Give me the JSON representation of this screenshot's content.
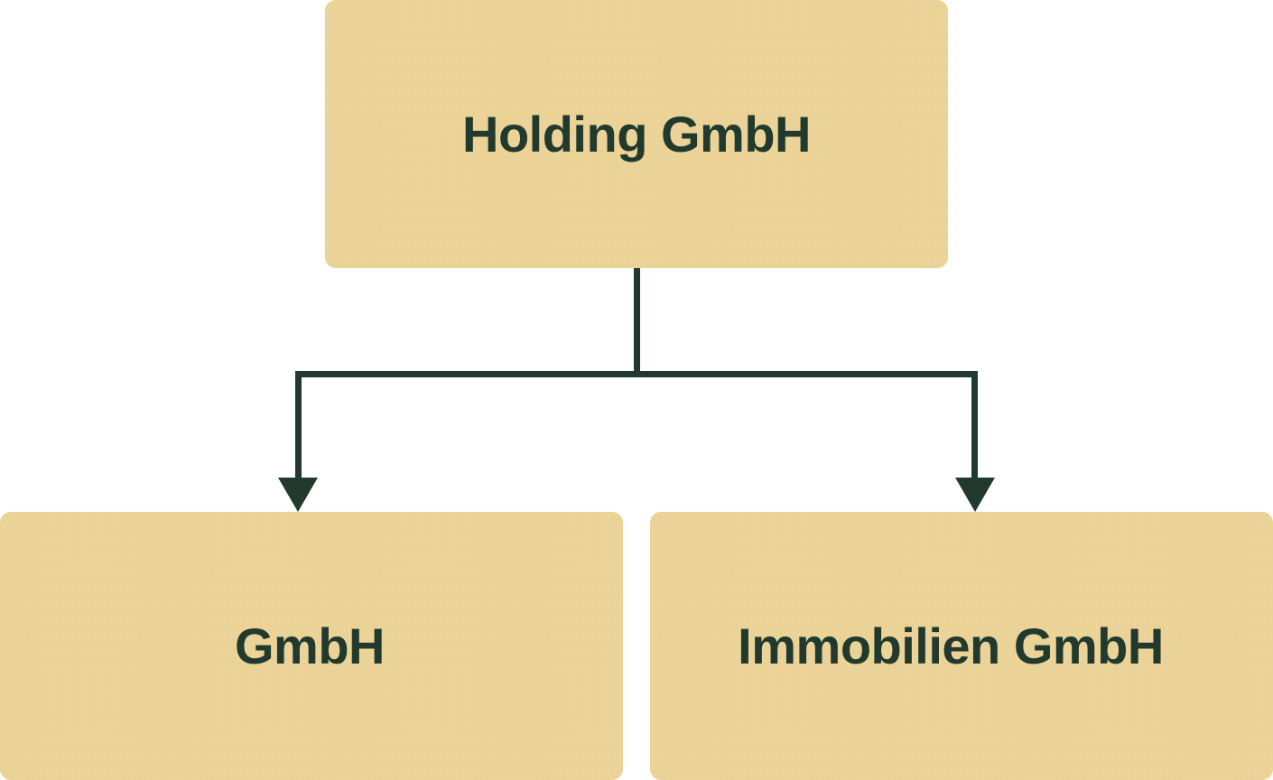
{
  "diagram": {
    "colors": {
      "box_fill": "#ebd398",
      "text": "#213a2d",
      "line": "#213a2d",
      "background": "#ffffff"
    },
    "nodes": {
      "top": {
        "label": "Holding GmbH"
      },
      "left": {
        "label": "GmbH"
      },
      "right": {
        "label": "Immobilien GmbH"
      }
    },
    "edges": [
      {
        "from": "top",
        "to": "left"
      },
      {
        "from": "top",
        "to": "right"
      }
    ]
  }
}
